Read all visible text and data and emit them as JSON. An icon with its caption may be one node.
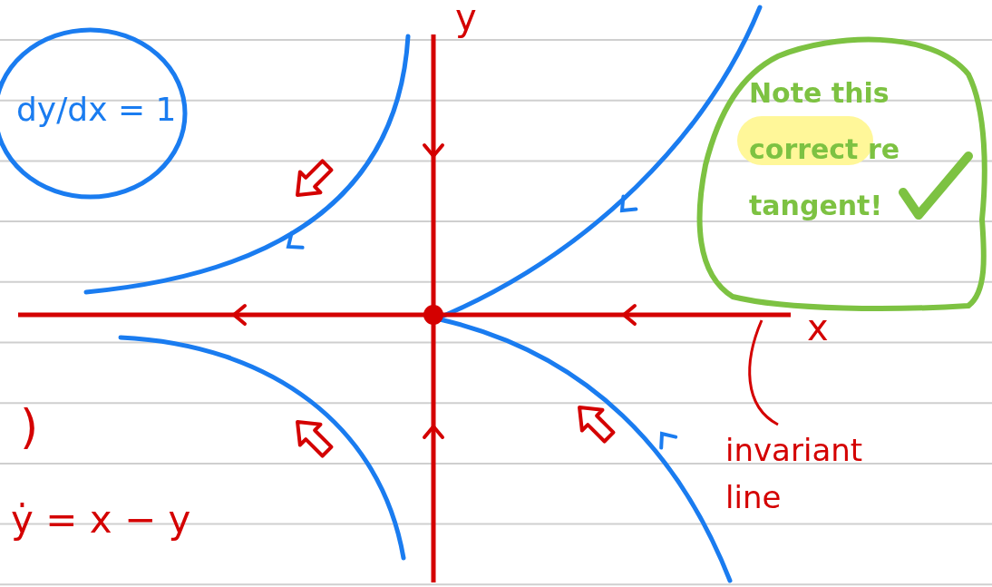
{
  "diagram": {
    "nodes": [
      {
        "text": [
          "dy/dx = 1"
        ]
      },
      {
        "text": [
          "Note this correct re tangent!"
        ]
      },
      {
        "text": [
          "invariant line"
        ]
      },
      {
        "text": [],
        "shape": "line"
      }
    ],
    "edges": [
      {
        "from": 2,
        "to": 3,
        "arrow": "none"
      }
    ],
    "labels": [
      "y",
      "x",
      ")",
      "ẏ = x − y"
    ]
  }
}
